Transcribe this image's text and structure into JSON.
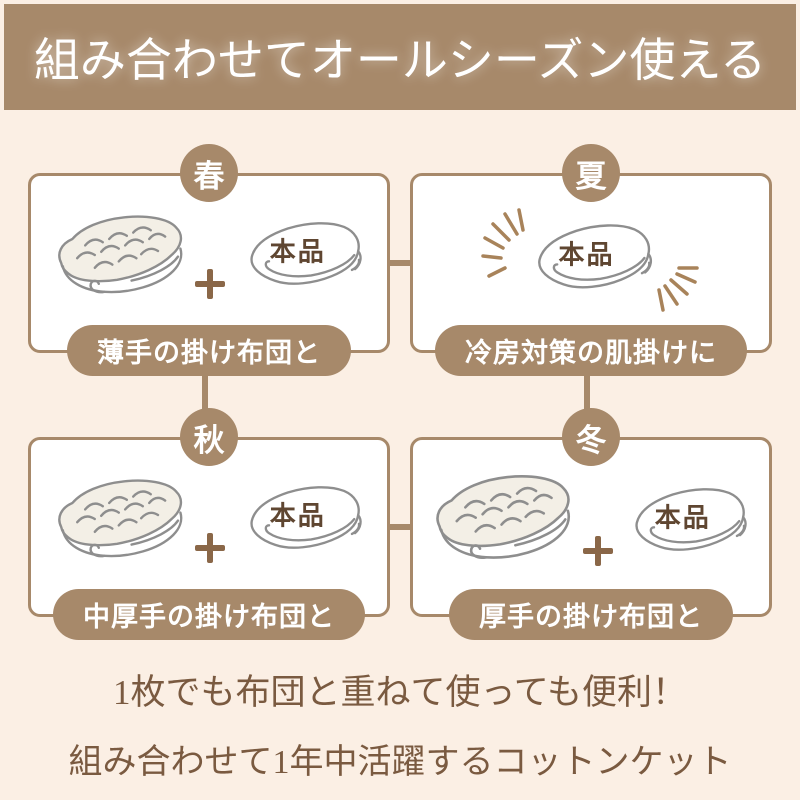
{
  "header": {
    "title": "組み合わせてオールシーズン使える"
  },
  "panels": [
    {
      "season": "春",
      "caption": "薄手の掛け布団と",
      "product_label": "本品"
    },
    {
      "season": "夏",
      "caption": "冷房対策の肌掛けに",
      "product_label": "本品"
    },
    {
      "season": "秋",
      "caption": "中厚手の掛け布団と",
      "product_label": "本品"
    },
    {
      "season": "冬",
      "caption": "厚手の掛け布団と",
      "product_label": "本品"
    }
  ],
  "footer": {
    "line1": "1枚でも布団と重ねて使っても便利！",
    "line2": "組み合わせて1年中活躍するコットンケット"
  },
  "icons": {
    "futon": "quilted-comforter-illustration",
    "blanket": "folded-blanket-illustration",
    "plus": "plus-sign",
    "sparkle": "radiating-emphasis-lines"
  },
  "colors": {
    "bg": "#FBEFE4",
    "brown": "#A7896A",
    "header_text": "#FFFFFF",
    "panel_bg": "#FFFFFF",
    "outline": "#8E8E8E",
    "futon_fill": "#F3EFE6",
    "product_text": "#5F4631",
    "footer_text": "#7A5A40",
    "sparkle": "#A8835A",
    "plus": "#8A6748"
  }
}
